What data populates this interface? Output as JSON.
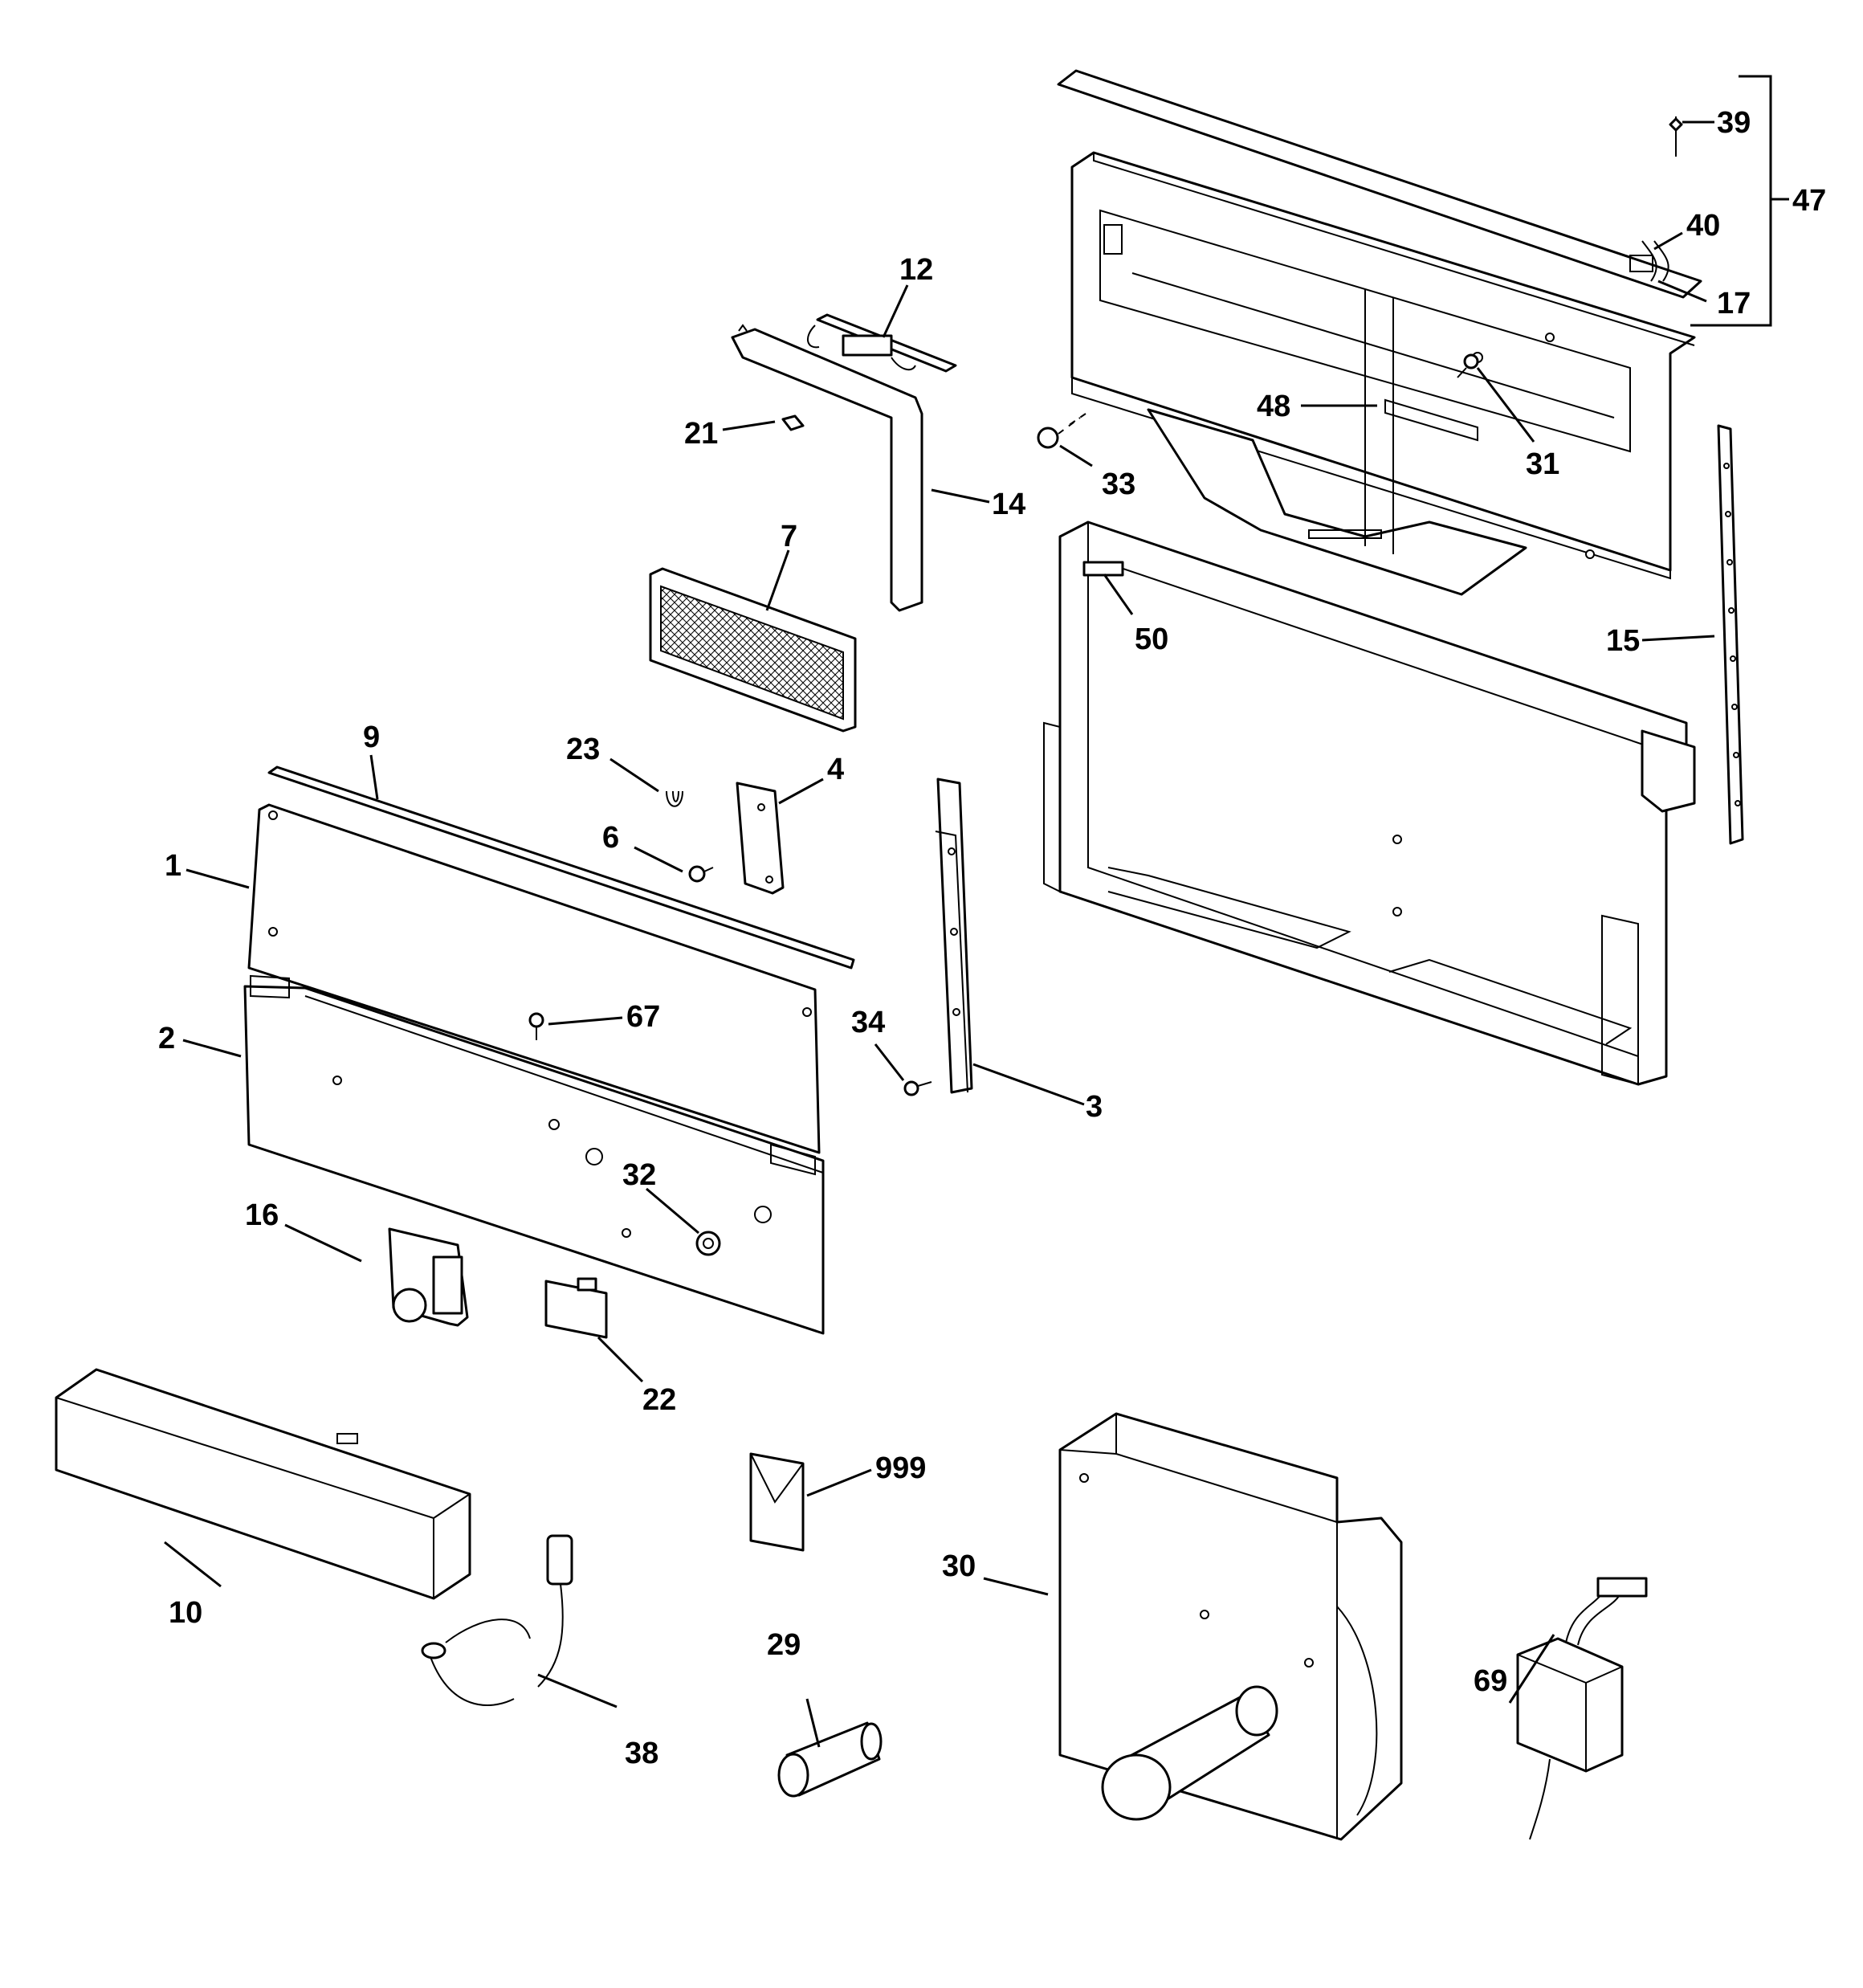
{
  "callouts": [
    {
      "id": "1",
      "label": "1"
    },
    {
      "id": "2",
      "label": "2"
    },
    {
      "id": "3",
      "label": "3"
    },
    {
      "id": "4",
      "label": "4"
    },
    {
      "id": "6",
      "label": "6"
    },
    {
      "id": "7",
      "label": "7"
    },
    {
      "id": "9",
      "label": "9"
    },
    {
      "id": "10",
      "label": "10"
    },
    {
      "id": "12",
      "label": "12"
    },
    {
      "id": "14",
      "label": "14"
    },
    {
      "id": "15",
      "label": "15"
    },
    {
      "id": "16",
      "label": "16"
    },
    {
      "id": "17",
      "label": "17"
    },
    {
      "id": "21",
      "label": "21"
    },
    {
      "id": "22",
      "label": "22"
    },
    {
      "id": "23",
      "label": "23"
    },
    {
      "id": "29",
      "label": "29"
    },
    {
      "id": "30",
      "label": "30"
    },
    {
      "id": "31",
      "label": "31"
    },
    {
      "id": "32",
      "label": "32"
    },
    {
      "id": "33",
      "label": "33"
    },
    {
      "id": "34",
      "label": "34"
    },
    {
      "id": "38",
      "label": "38"
    },
    {
      "id": "39",
      "label": "39"
    },
    {
      "id": "40",
      "label": "40"
    },
    {
      "id": "47",
      "label": "47"
    },
    {
      "id": "48",
      "label": "48"
    },
    {
      "id": "50",
      "label": "50"
    },
    {
      "id": "67",
      "label": "67"
    },
    {
      "id": "69",
      "label": "69"
    },
    {
      "id": "999",
      "label": "999"
    }
  ]
}
